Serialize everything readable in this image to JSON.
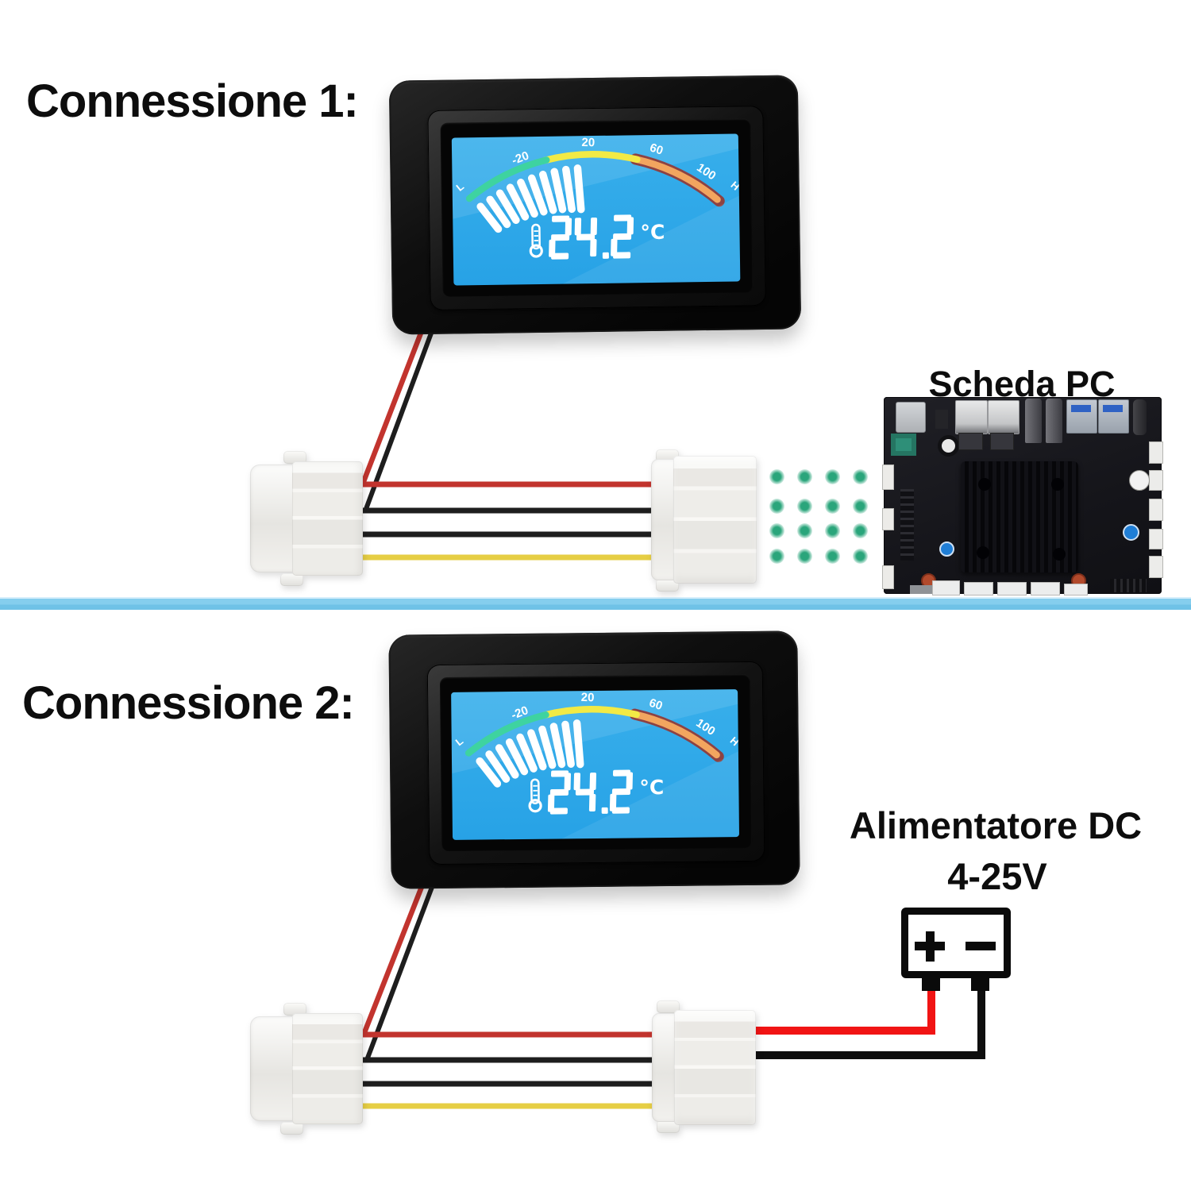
{
  "sections": {
    "connection1": {
      "heading": "Connessione 1:",
      "target_label": "Scheda PC"
    },
    "connection2": {
      "heading": "Connessione 2:",
      "psu_label_line1": "Alimentatore DC",
      "psu_label_line2": "4-25V"
    }
  },
  "gauge": {
    "value": "24.2",
    "unit": "°C",
    "scale_labels": [
      "L",
      "-20",
      "20",
      "60",
      "100",
      "H"
    ],
    "colors": {
      "lcd_top": "#38afeb",
      "lcd_bottom": "#27a2e6",
      "segment_low": "#3ed3a0",
      "segment_mid": "#f2ea45",
      "segment_high": "#f2a55f",
      "segment_high_outline": "#8d4242",
      "marks": "#ffffff"
    }
  },
  "wires": {
    "red": "#c2342e",
    "black": "#1e1e1e",
    "yellow": "#e6ce44",
    "psu_red": "#f11414",
    "psu_black": "#0e0e0e"
  },
  "psu_icon": {
    "plus": "+",
    "minus": "−"
  },
  "pin_dots": {
    "color": "#2aa57b",
    "rows": 4,
    "cols": 4
  },
  "divider": {
    "color": "#85ceee"
  }
}
